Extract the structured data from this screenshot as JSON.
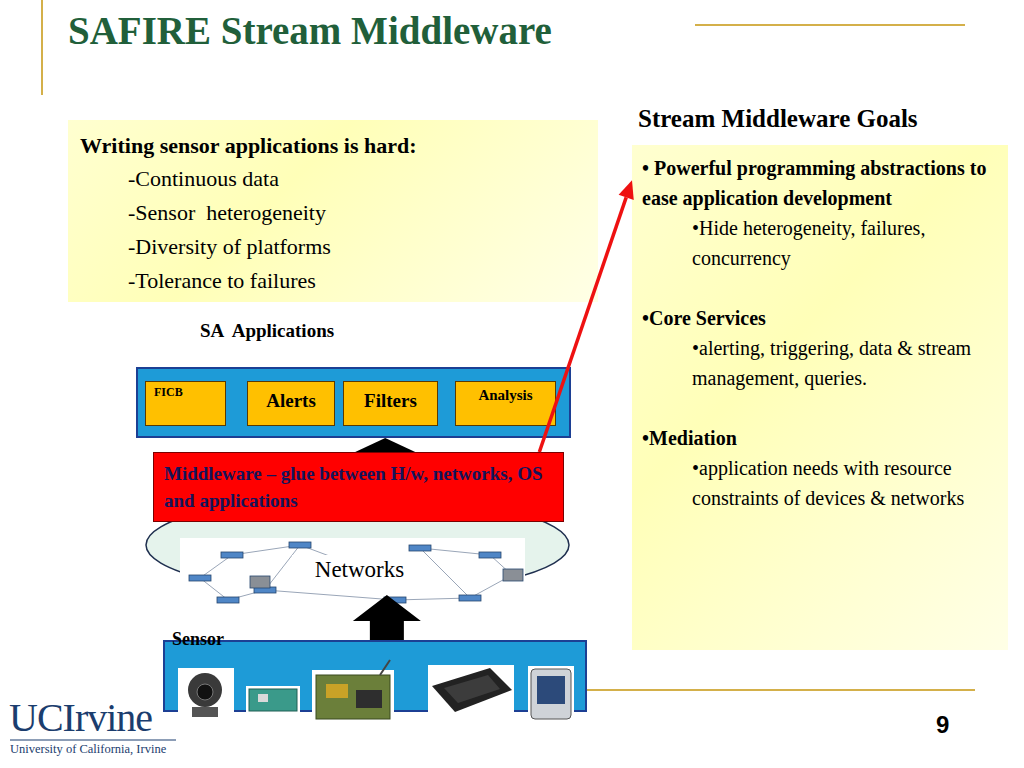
{
  "diagram": {
    "title": "SAFIRE Stream Middleware",
    "nodes": [
      {
        "text": [
          "Writing sensor applications is hard:",
          "-Continuous data",
          "-Sensor  heterogeneity",
          "-Diversity of platforms",
          "-Tolerance to failures"
        ]
      },
      {
        "text": [
          "Stream Middleware Goals",
          "• Powerful programming abstractions to ease application development",
          "•Hide heterogeneity, failures, concurrency",
          "•Core Services",
          "•alerting, triggering, data & stream management, queries.",
          "•Mediation",
          "•application needs with resource constraints of devices & networks"
        ]
      },
      {
        "text": [
          "SA  Applications"
        ]
      },
      {
        "text": [
          "FICB"
        ],
        "in": 2
      },
      {
        "text": [
          "Alerts"
        ],
        "in": 2
      },
      {
        "text": [
          "Filters"
        ],
        "in": 2
      },
      {
        "text": [
          "Analysis"
        ],
        "in": 2
      },
      {
        "text": [
          "Middleware – glue between H/w, networks, OS and applications"
        ]
      },
      {
        "text": [
          "Networks"
        ]
      },
      {
        "text": [
          "Sensor"
        ]
      }
    ],
    "edges": [
      {
        "from": 7,
        "to": 2,
        "arrow": "to"
      },
      {
        "from": 7,
        "to": 1,
        "arrow": "to"
      },
      {
        "from": 9,
        "to": 8,
        "arrow": "to"
      }
    ],
    "labels": [
      "9",
      "UCIrvine",
      "University of California, Irvine"
    ]
  }
}
